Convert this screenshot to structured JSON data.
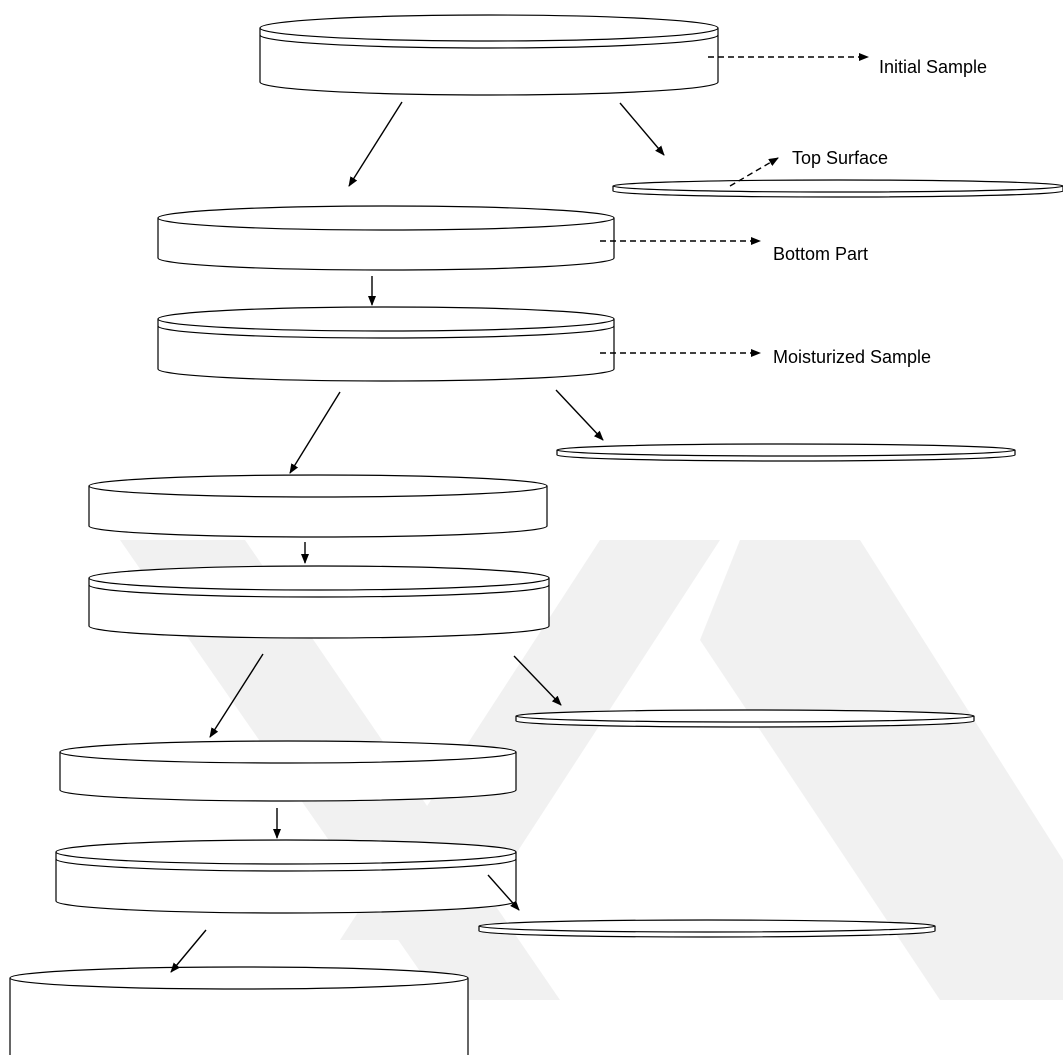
{
  "labels": {
    "initial_sample": "Initial Sample",
    "top_surface": "Top Surface",
    "bottom_part": "Bottom Part",
    "moisturized_sample": "Moisturized Sample"
  },
  "colors": {
    "stroke": "#000000",
    "disc_fill": "#ffffff",
    "watermark": "#f1f1f1"
  }
}
